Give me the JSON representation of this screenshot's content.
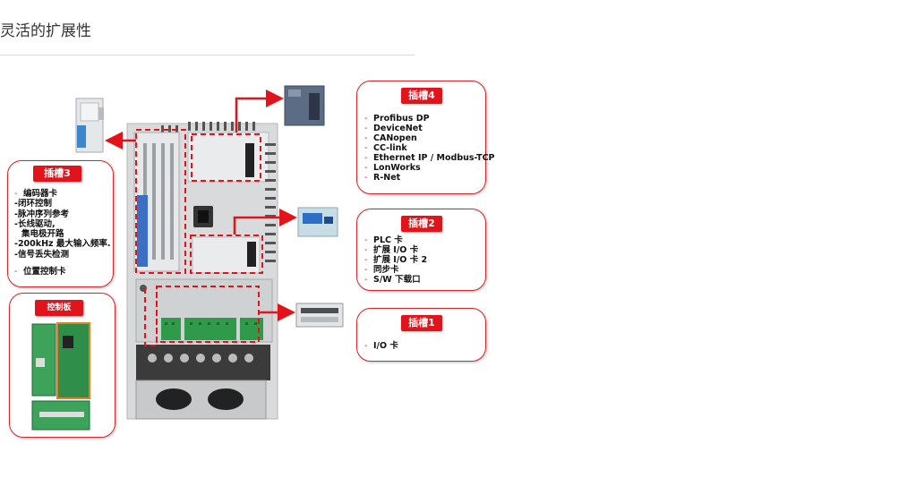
{
  "page": {
    "title": "灵活的扩展性"
  },
  "slot4": {
    "title": "插槽4",
    "items": [
      "Profibus DP",
      "DeviceNet",
      "CANopen",
      "CC-link",
      "Ethernet IP / Modbus-TCP",
      "LonWorks",
      "R-Net"
    ]
  },
  "slot2": {
    "title": "插槽2",
    "items": [
      "PLC 卡",
      "扩展 I/O 卡",
      "扩展 I/O 卡 2",
      "同步卡",
      "S/W 下载口"
    ]
  },
  "slot1": {
    "title": "插槽1",
    "items": [
      "I/O 卡"
    ]
  },
  "slot3": {
    "title": "插槽3",
    "items": [
      "编码器卡",
      "-闭环控制",
      "-脉冲序列参考",
      "-长线驱动,",
      "集电极开路",
      "-200kHz 最大输入频率.",
      "-信号丢失检测",
      "位置控制卡"
    ]
  },
  "control_board": {
    "title": "控制板"
  },
  "colors": {
    "accent": "#e1141b",
    "arrow": "#e1141b",
    "card_border": "#d9262b"
  }
}
